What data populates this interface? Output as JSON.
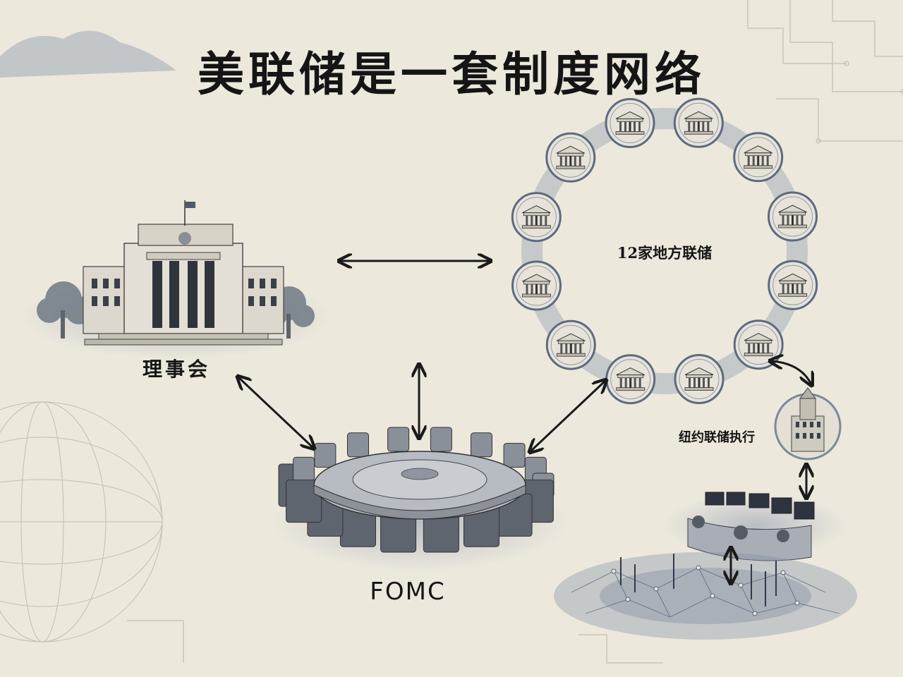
{
  "title": "美联储是一套制度网络",
  "nodes": {
    "board": "理事会",
    "regional_banks": "12家地方联储",
    "ny_fed": "纽约联储执行",
    "fomc": "FOMC"
  },
  "regional_bank_count": 12,
  "colors": {
    "background": "#ece8dc",
    "ink": "#1a1a1a",
    "wash": "#6f7f99"
  }
}
